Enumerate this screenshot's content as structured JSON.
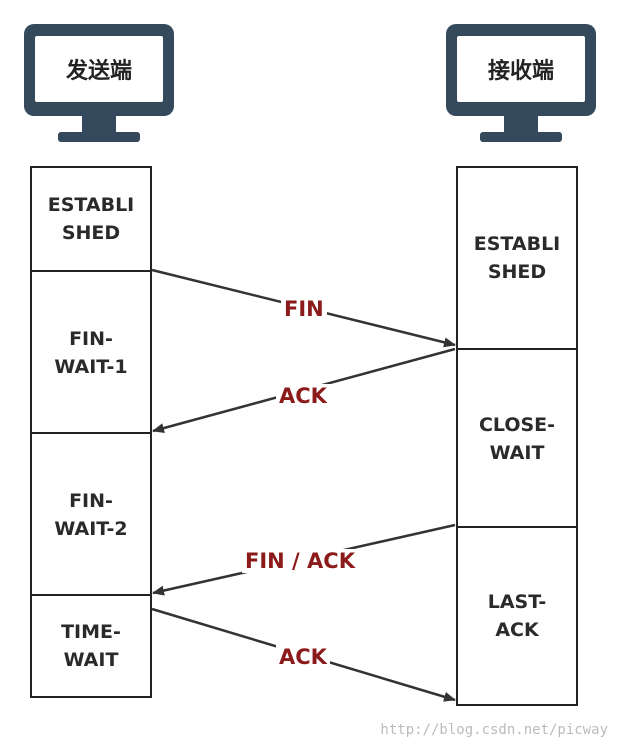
{
  "sender": {
    "title": "发送端",
    "states": [
      {
        "line1": "ESTABLI",
        "line2": "SHED"
      },
      {
        "line1": "FIN-",
        "line2": "WAIT-1"
      },
      {
        "line1": "FIN-",
        "line2": "WAIT-2"
      },
      {
        "line1": "TIME-",
        "line2": "WAIT"
      }
    ]
  },
  "receiver": {
    "title": "接收端",
    "states": [
      {
        "line1": "ESTABLI",
        "line2": "SHED"
      },
      {
        "line1": "CLOSE-",
        "line2": "WAIT"
      },
      {
        "line1": "LAST-",
        "line2": "ACK"
      }
    ]
  },
  "messages": [
    {
      "label": "FIN",
      "direction": "sender-to-receiver"
    },
    {
      "label": "ACK",
      "direction": "receiver-to-sender"
    },
    {
      "label": "FIN / ACK",
      "direction": "receiver-to-sender"
    },
    {
      "label": "ACK",
      "direction": "sender-to-receiver"
    }
  ],
  "watermark": "http://blog.csdn.net/picway",
  "colors": {
    "monitor": "#34495c",
    "label": "#8b1a1a",
    "arrow": "#333333",
    "border": "#222222"
  }
}
